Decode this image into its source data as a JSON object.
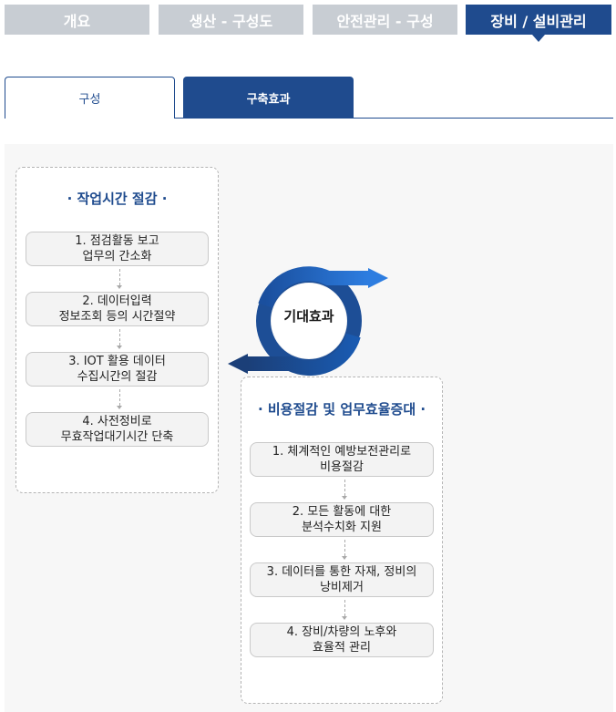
{
  "top_tabs": [
    {
      "label": "개요"
    },
    {
      "label": "생산 - 구성도"
    },
    {
      "label": "안전관리 - 구성"
    },
    {
      "label": "장비 / 설비관리"
    }
  ],
  "sub_tabs": [
    {
      "label": "구성"
    },
    {
      "label": "구축효과"
    }
  ],
  "center": {
    "label": "기대효과"
  },
  "left_panel": {
    "title": "· 작업시간 절감 ·",
    "steps": [
      {
        "line1": "1. 점검활동 보고",
        "line2": "업무의 간소화"
      },
      {
        "line1": "2. 데이터입력",
        "line2": "정보조회 등의 시간절약"
      },
      {
        "line1": "3. IOT 활용 데이터",
        "line2": "수집시간의 절감"
      },
      {
        "line1": "4. 사전정비로",
        "line2": "무효작업대기시간 단축"
      }
    ]
  },
  "right_panel": {
    "title": "· 비용절감 및 업무효율증대 ·",
    "steps": [
      {
        "line1": "1. 체계적인 예방보전관리로",
        "line2": "비용절감"
      },
      {
        "line1": "2. 모든 활동에 대한",
        "line2": "분석수치화 지원"
      },
      {
        "line1": "3. 데이터를 통한 자재, 정비의",
        "line2": "낭비제거"
      },
      {
        "line1": "4. 장비/차량의 노후와",
        "line2": "효율적 관리"
      }
    ]
  },
  "colors": {
    "brand": "#1f4b8e",
    "accent": "#2a6fd6",
    "tab_inactive": "#c8cdd3"
  }
}
